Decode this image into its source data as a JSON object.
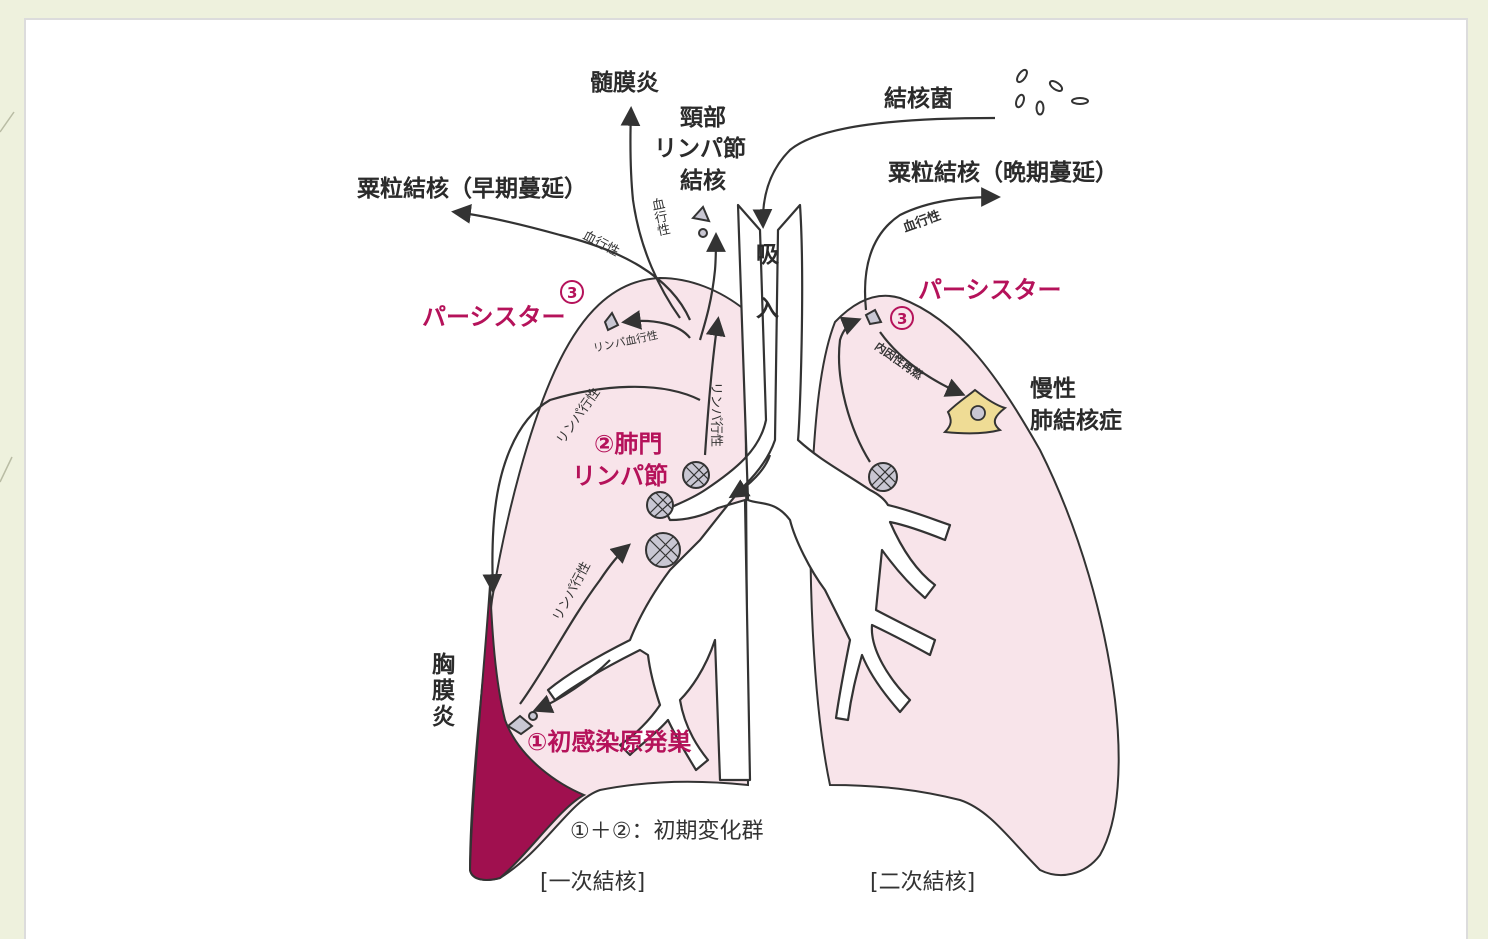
{
  "colors": {
    "background": "#eef1dd",
    "card": "#ffffff",
    "lung_fill": "#f8e4ea",
    "pleura": "#a0104f",
    "accent_red": "#b5125a",
    "chronic_lesion": "#efdc95"
  },
  "labels": {
    "meningitis": "髄膜炎",
    "cervical_ln_1": "頸部",
    "cervical_ln_2": "リンパ節",
    "cervical_ln_3": "結核",
    "miliary_early": "粟粒結核（早期蔓延）",
    "miliary_late": "粟粒結核（晩期蔓延）",
    "tb_bacilli": "結核菌",
    "inhale_1": "吸",
    "inhale_2": "入",
    "hematogenous": "血行性",
    "hematogenous_v": "血行性",
    "hematogenous_right": "血行性",
    "lymph_hematogenous": "リンパ血行性",
    "lymphatic_1": "リンパ行性",
    "lymphatic_2": "リンパ行性",
    "lymphatic_3": "リンパ行性",
    "endogenous_reactivation": "内因性再燃",
    "pleurisy_1": "胸",
    "pleurisy_2": "膜",
    "pleurisy_3": "炎",
    "chronic_1": "慢性",
    "chronic_2": "肺結核症",
    "early_complex": "①＋②：初期変化群",
    "primary_tb": "[一次結核]",
    "secondary_tb": "[二次結核]"
  },
  "red_labels": {
    "persister_left": "パーシスター",
    "persister_right": "パーシスター",
    "hilar_ln_1": "②肺門",
    "hilar_ln_2": "リンパ節",
    "primary_focus": "①初感染原発巣",
    "circle_three": "3"
  }
}
